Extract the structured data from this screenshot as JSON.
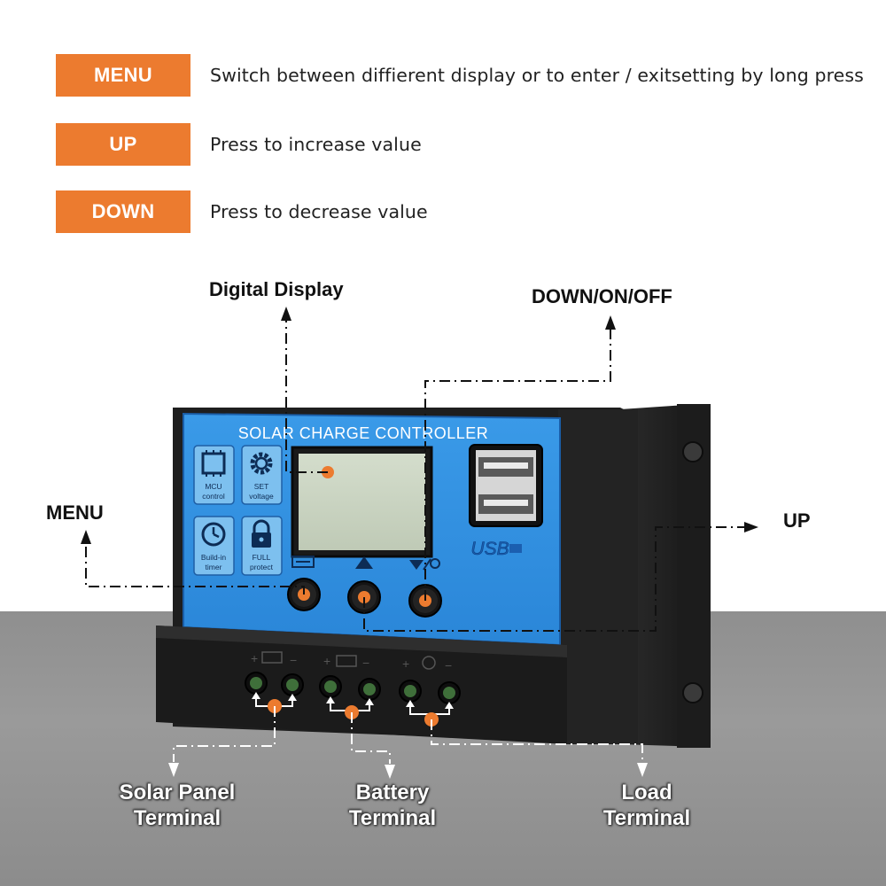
{
  "legend": [
    {
      "badge": "MENU",
      "description": "Switch between diffierent display or to enter / exitsetting by long press"
    },
    {
      "badge": "UP",
      "description": "Press to increase value"
    },
    {
      "badge": "DOWN",
      "description": "Press to decrease value"
    }
  ],
  "callouts": {
    "digital_display": "Digital Display",
    "down_on_off": "DOWN/ON/OFF",
    "menu": "MENU",
    "up": "UP",
    "solar_panel_line1": "Solar Panel",
    "solar_panel_line2": "Terminal",
    "battery_line1": "Battery",
    "battery_line2": "Terminal",
    "load_line1": "Load",
    "load_line2": "Terminal"
  },
  "device": {
    "title": "SOLAR CHARGE CONTROLLER",
    "features": [
      {
        "icon": "mcu-chip-icon",
        "line1": "MCU",
        "line2": "control"
      },
      {
        "icon": "gear-icon",
        "line1": "SET",
        "line2": "voltage"
      },
      {
        "icon": "clock-icon",
        "line1": "Build-in",
        "line2": "timer"
      },
      {
        "icon": "lock-icon",
        "line1": "FULL",
        "line2": "protect"
      }
    ],
    "usb_label": "USB"
  },
  "colors": {
    "accent_orange": "#ec7b2f",
    "panel_blue": "#2f8fe0",
    "lcd_green": "#c9d6c0",
    "housing_black": "#1f1f1f"
  }
}
